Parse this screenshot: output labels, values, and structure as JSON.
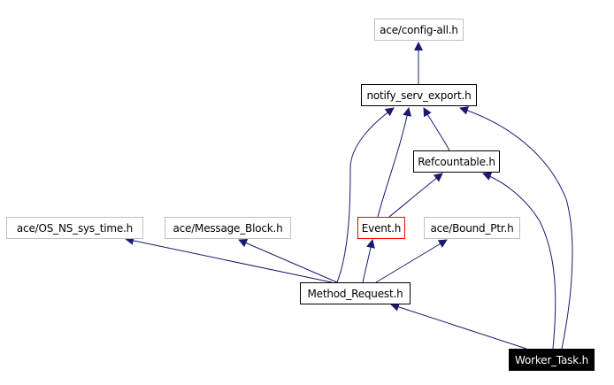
{
  "colors": {
    "edge": "#191970",
    "border_external": "#bfbfbf",
    "border_file": "#000000",
    "border_current": "#ff0000",
    "root_fill": "#000000",
    "root_text": "#ffffff"
  },
  "nodes": {
    "config_all": {
      "label": "ace/config-all.h",
      "style": "external"
    },
    "notify_serv_export": {
      "label": "notify_serv_export.h",
      "style": "file"
    },
    "refcountable": {
      "label": "Refcountable.h",
      "style": "file"
    },
    "os_ns_sys_time": {
      "label": "ace/OS_NS_sys_time.h",
      "style": "external"
    },
    "message_block": {
      "label": "ace/Message_Block.h",
      "style": "external"
    },
    "event": {
      "label": "Event.h",
      "style": "current"
    },
    "bound_ptr": {
      "label": "ace/Bound_Ptr.h",
      "style": "external"
    },
    "method_request": {
      "label": "Method_Request.h",
      "style": "file"
    },
    "worker_task": {
      "label": "Worker_Task.h",
      "style": "root"
    }
  },
  "edges": [
    {
      "from": "notify_serv_export",
      "to": "config_all"
    },
    {
      "from": "refcountable",
      "to": "notify_serv_export"
    },
    {
      "from": "event",
      "to": "notify_serv_export"
    },
    {
      "from": "event",
      "to": "refcountable"
    },
    {
      "from": "method_request",
      "to": "notify_serv_export"
    },
    {
      "from": "method_request",
      "to": "os_ns_sys_time"
    },
    {
      "from": "method_request",
      "to": "message_block"
    },
    {
      "from": "method_request",
      "to": "event"
    },
    {
      "from": "method_request",
      "to": "bound_ptr"
    },
    {
      "from": "worker_task",
      "to": "method_request"
    },
    {
      "from": "worker_task",
      "to": "refcountable"
    },
    {
      "from": "worker_task",
      "to": "notify_serv_export"
    }
  ]
}
